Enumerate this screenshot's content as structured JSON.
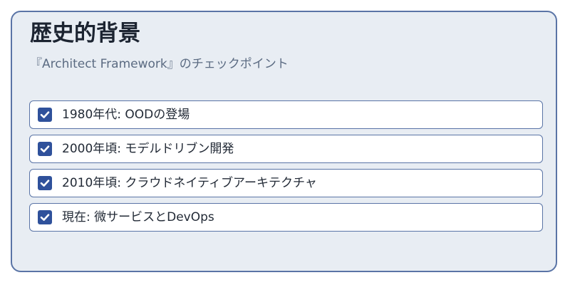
{
  "header": {
    "title": "歴史的背景",
    "subtitle": "『Architect Framework』のチェックポイント"
  },
  "checklist": {
    "items": [
      {
        "label": "1980年代: OODの登場",
        "checked": true
      },
      {
        "label": "2000年頃: モデルドリブン開発",
        "checked": true
      },
      {
        "label": "2010年頃: クラウドネイティブアーキテクチャ",
        "checked": true
      },
      {
        "label": "現在: 微サービスとDevOps",
        "checked": true
      }
    ]
  },
  "colors": {
    "card_background": "#e8edf3",
    "border": "#5a74a6",
    "checkbox_fill": "#2f519b",
    "title_text": "#1c2431",
    "subtitle_text": "#5b6b82"
  },
  "icons": {
    "checkbox": "check-icon"
  }
}
